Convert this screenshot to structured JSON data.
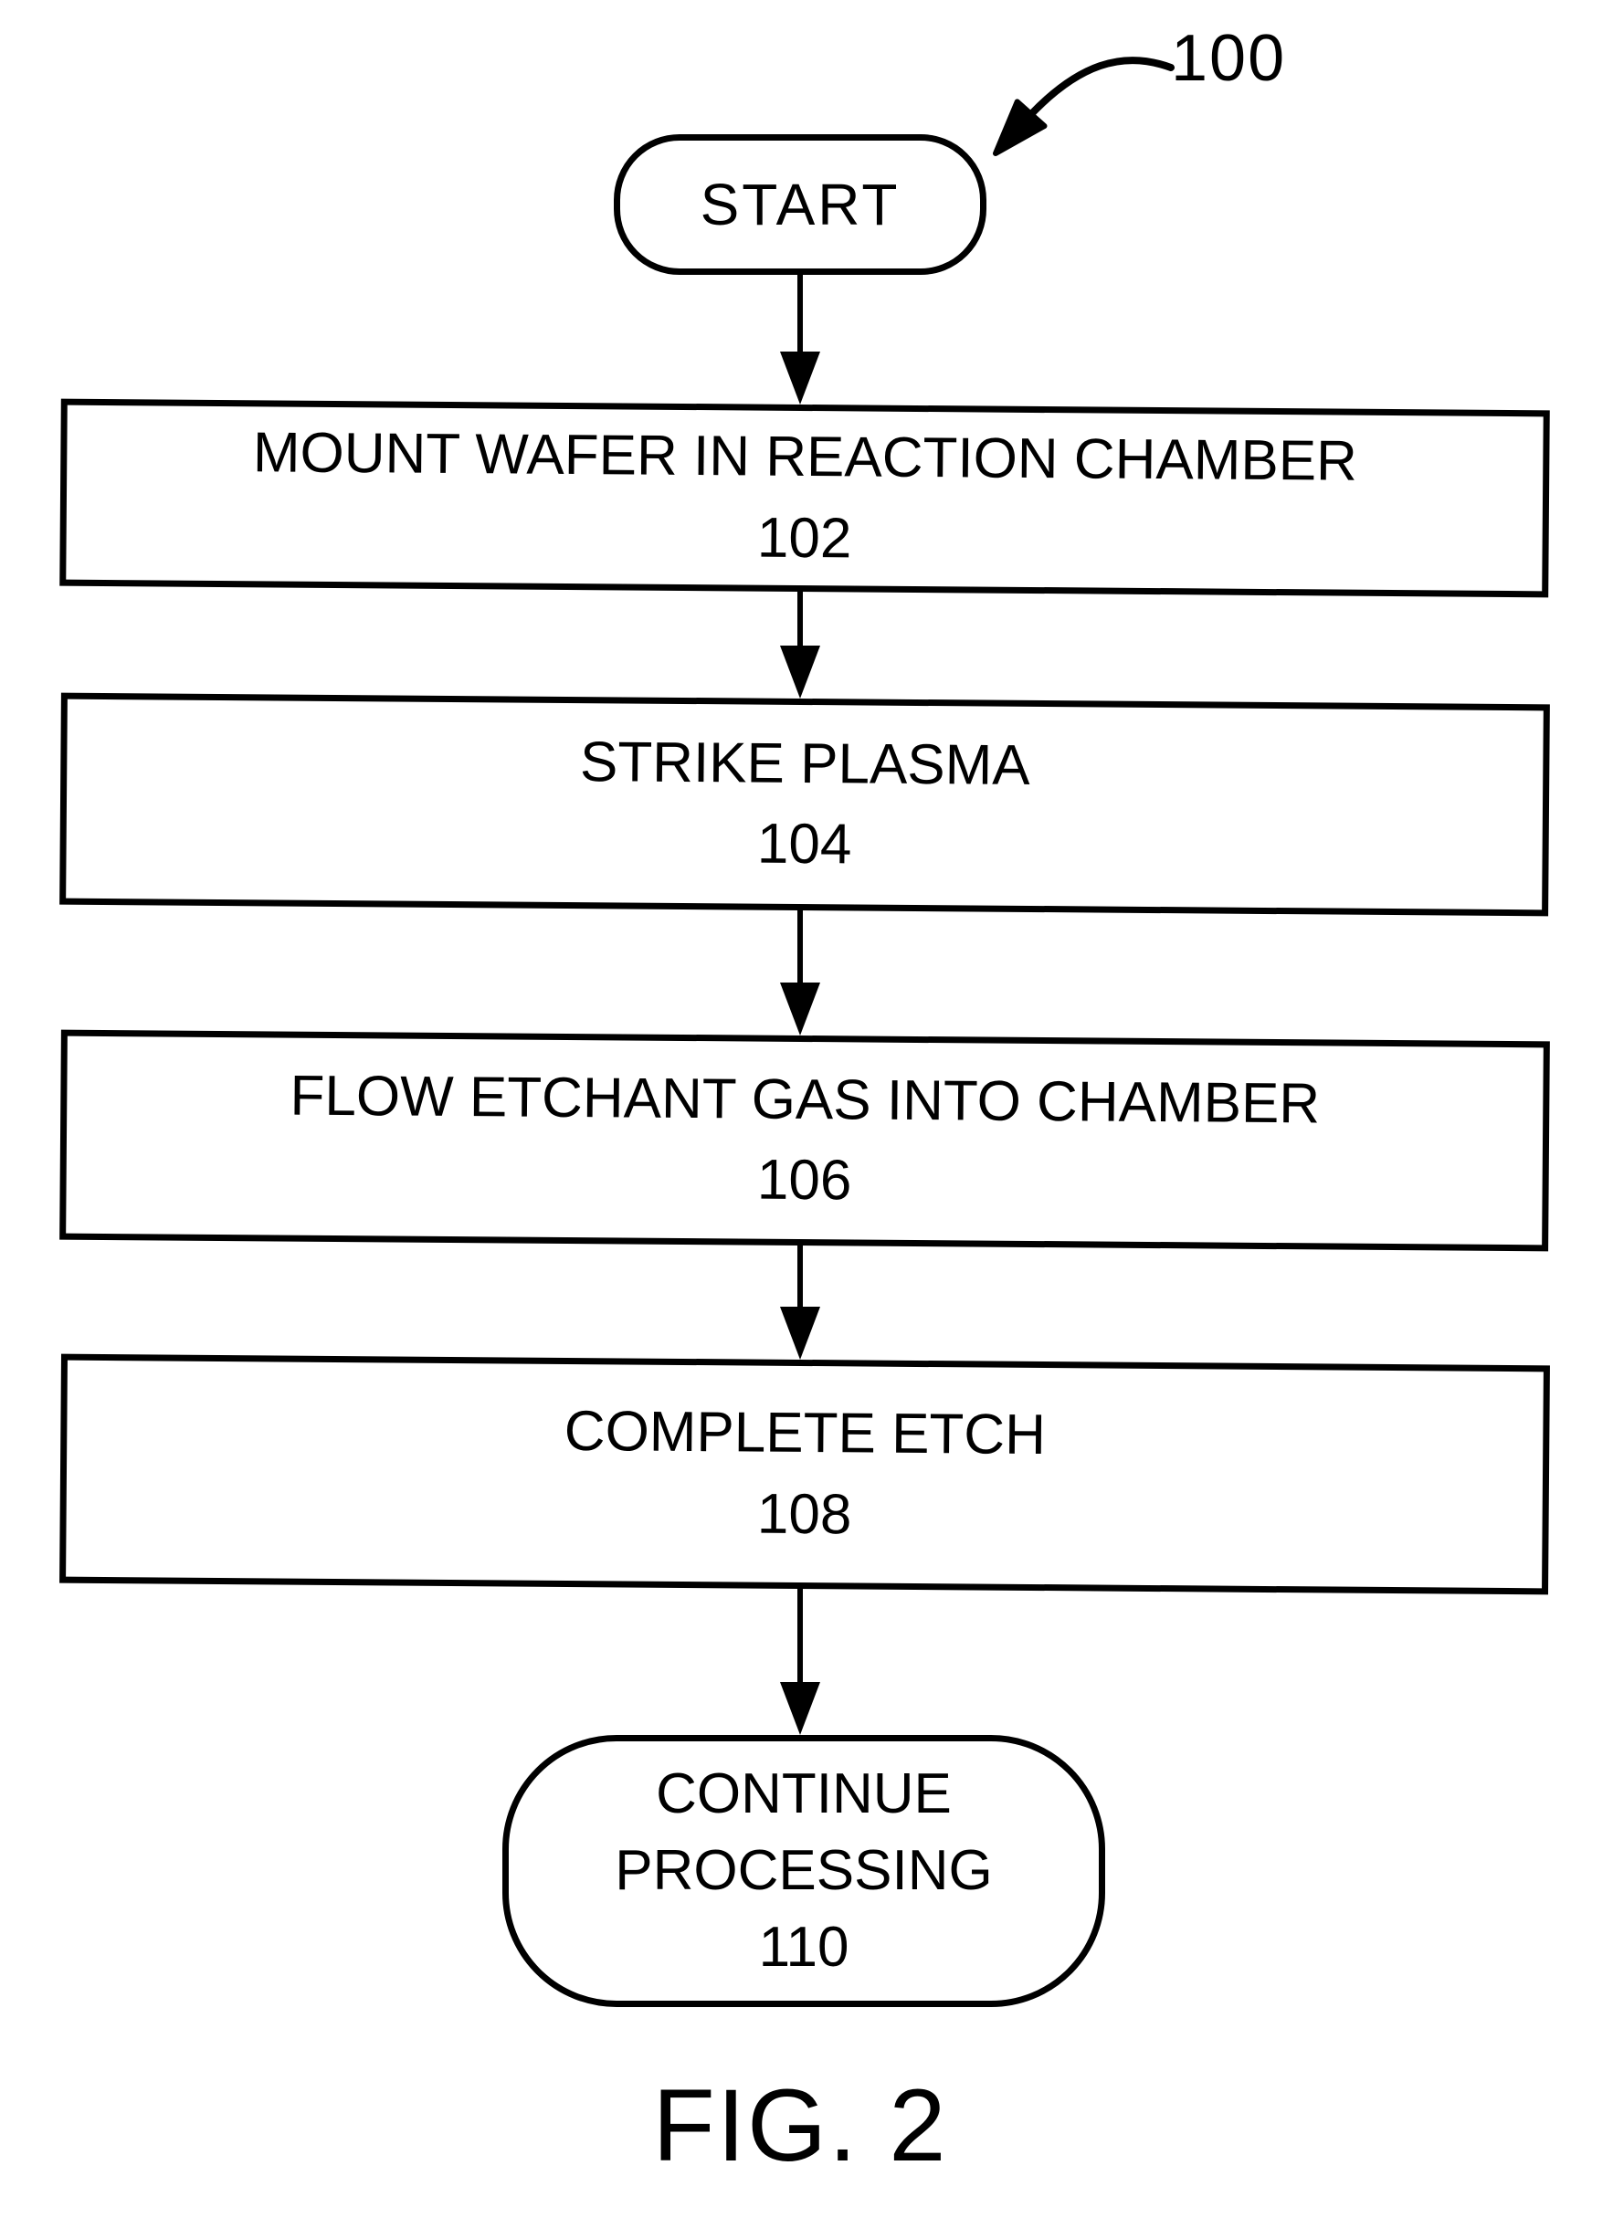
{
  "figure": {
    "reference_label": "100",
    "caption": "FIG. 2"
  },
  "flowchart": {
    "nodes": [
      {
        "id": "start",
        "type": "terminal",
        "label": "START"
      },
      {
        "id": "102",
        "type": "process",
        "label": "MOUNT WAFER IN REACTION CHAMBER",
        "number": "102"
      },
      {
        "id": "104",
        "type": "process",
        "label": "STRIKE PLASMA",
        "number": "104"
      },
      {
        "id": "106",
        "type": "process",
        "label": "FLOW ETCHANT GAS INTO CHAMBER",
        "number": "106"
      },
      {
        "id": "108",
        "type": "process",
        "label": "COMPLETE ETCH",
        "number": "108"
      },
      {
        "id": "110",
        "type": "terminal",
        "label": "CONTINUE PROCESSING",
        "number": "110"
      }
    ],
    "edges": [
      {
        "from": "start",
        "to": "102"
      },
      {
        "from": "102",
        "to": "104"
      },
      {
        "from": "104",
        "to": "106"
      },
      {
        "from": "106",
        "to": "108"
      },
      {
        "from": "108",
        "to": "110"
      }
    ],
    "colors": {
      "ink": "#000000",
      "background": "#ffffff"
    }
  }
}
